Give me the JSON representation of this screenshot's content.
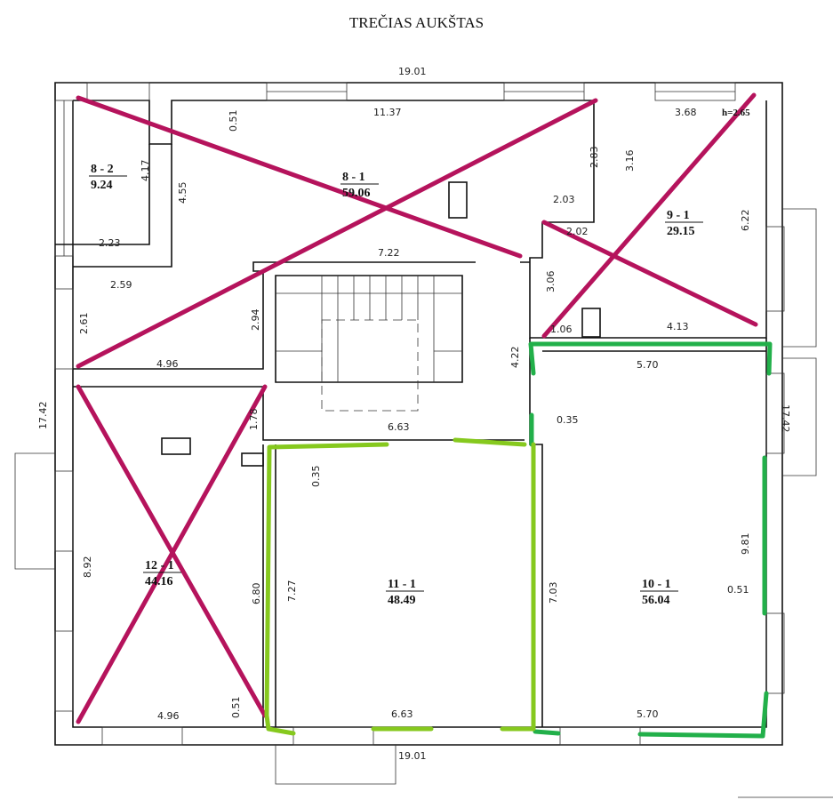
{
  "title": "TREČIAS AUKŠTAS",
  "rooms": [
    {
      "id": "8 - 2",
      "area": "9.24"
    },
    {
      "id": "8 - 1",
      "area": "59.06"
    },
    {
      "id": "9 - 1",
      "area": "29.15"
    },
    {
      "id": "12 - 1",
      "area": "44.16"
    },
    {
      "id": "11 - 1",
      "area": "48.49"
    },
    {
      "id": "10 - 1",
      "area": "56.04"
    }
  ],
  "height_note": "h=2.65",
  "dimensions": {
    "top_total": "19.01",
    "bottom_total": "19.01",
    "left_total": "17.42",
    "right_total": "17.42",
    "d11_37": "11.37",
    "d0_51_top": "0.51",
    "d4_17": "4.17",
    "d4_55": "4.55",
    "d2_23": "2.23",
    "d2_59": "2.59",
    "d2_61": "2.61",
    "d4_96_top": "4.96",
    "d2_94": "2.94",
    "d7_22": "7.22",
    "d2_83": "2.83",
    "d2_03": "2.03",
    "d3_16": "3.16",
    "d3_68": "3.68",
    "d6_22": "6.22",
    "d2_02": "2.02",
    "d3_06": "3.06",
    "d1_06": "1.06",
    "d4_13": "4.13",
    "d4_22": "4.22",
    "d5_70_top": "5.70",
    "d0_35_right": "0.35",
    "d6_63_top": "6.63",
    "d1_78": "1.78",
    "d0_35_left": "0.35",
    "d8_92": "8.92",
    "d6_80": "6.80",
    "d7_27": "7.27",
    "d7_03": "7.03",
    "d9_81": "9.81",
    "d0_51_right": "0.51",
    "d4_96_bottom": "4.96",
    "d0_51_bottom": "0.51",
    "d6_63_bottom": "6.63",
    "d5_70_bottom": "5.70"
  },
  "colors": {
    "crossed_out": "#b5135c",
    "green_marking": "#22b04a",
    "lime_marking": "#86c91e"
  }
}
